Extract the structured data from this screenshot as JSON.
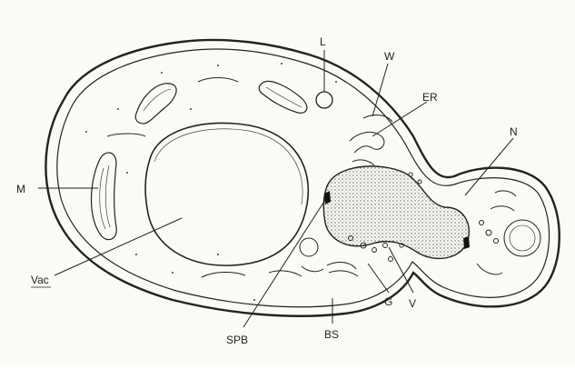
{
  "diagram": {
    "labels": {
      "lipid_droplet": "L",
      "cell_wall": "W",
      "endoplasmic_reticulum": "ER",
      "nucleus": "N",
      "mitochondrion": "M",
      "vacuole": "Vac",
      "spindle_pole_body": "SPB",
      "bud_scar": "BS",
      "golgi": "G",
      "vesicle": "V"
    },
    "colors": {
      "line": "#222222",
      "background": "#ffffff",
      "paper_tint": "#f7f5ef",
      "nucleus_fill": "#cfcfcf"
    }
  }
}
